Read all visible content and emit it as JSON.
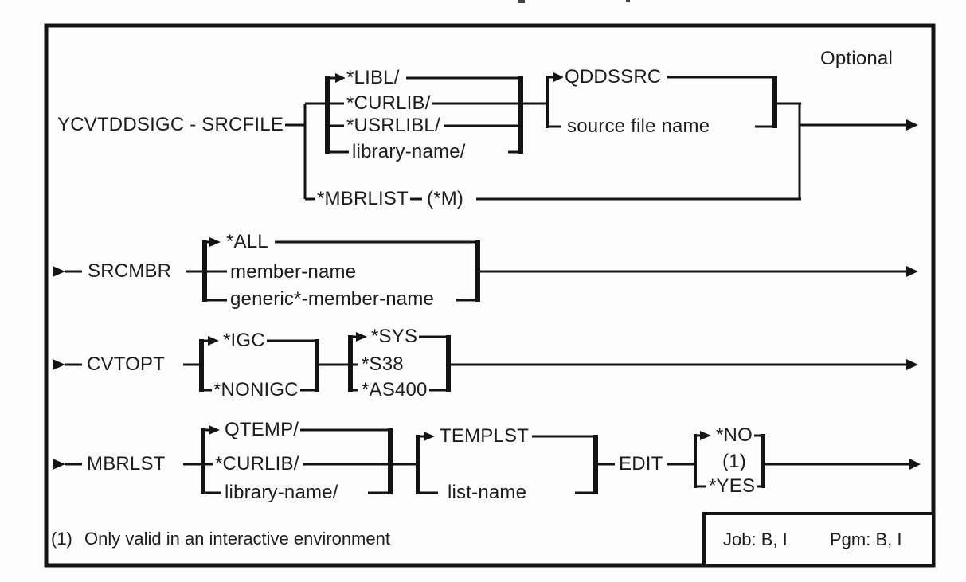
{
  "header": {
    "optional_label": "Optional"
  },
  "srcfile_row": {
    "command": "YCVTDDSIGC - SRCFILE",
    "library_options": [
      "*LIBL/",
      "*CURLIB/",
      "*USRLIBL/",
      "library-name/"
    ],
    "file_options": [
      "QDDSSRC",
      "source file name"
    ],
    "member_list_option": "*MBRLIST",
    "member_list_arg": "(*M)"
  },
  "srcmbr_row": {
    "param": "SRCMBR",
    "options": [
      "*ALL",
      "member-name",
      "generic*-member-name"
    ]
  },
  "cvtopt_row": {
    "param": "CVTOPT",
    "igc_options": [
      "*IGC",
      "*NONIGC"
    ],
    "target_options": [
      "*SYS",
      "*S38",
      "*AS400"
    ]
  },
  "mbrlst_row": {
    "param": "MBRLST",
    "library_options": [
      "QTEMP/",
      "*CURLIB/",
      "library-name/"
    ],
    "list_options": [
      "TEMPLST",
      "list-name"
    ],
    "edit_param": "EDIT",
    "edit_options": [
      "*NO",
      "(1)",
      "*YES"
    ]
  },
  "footnote": {
    "marker": "(1)",
    "text": "Only valid in an interactive environment"
  },
  "legend_box": {
    "job": "Job: B, I",
    "pgm": "Pgm: B, I"
  },
  "colors": {
    "line": "#141414",
    "text": "#1c1c1c",
    "background": "#fdfdfd"
  }
}
